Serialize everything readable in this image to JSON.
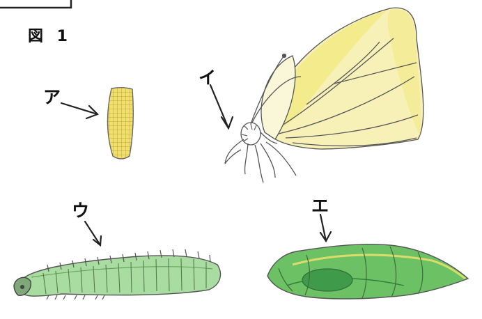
{
  "figure": {
    "label": "図 1"
  },
  "markers": {
    "a": "ア",
    "i": "イ",
    "u": "ウ",
    "e": "エ"
  },
  "colors": {
    "egg_fill": "#f2e06a",
    "wing_tint": "#f3ea85",
    "larva_fill": "#a9dca0",
    "pupa_fill": "#6cc165",
    "pencil": "#555555"
  }
}
